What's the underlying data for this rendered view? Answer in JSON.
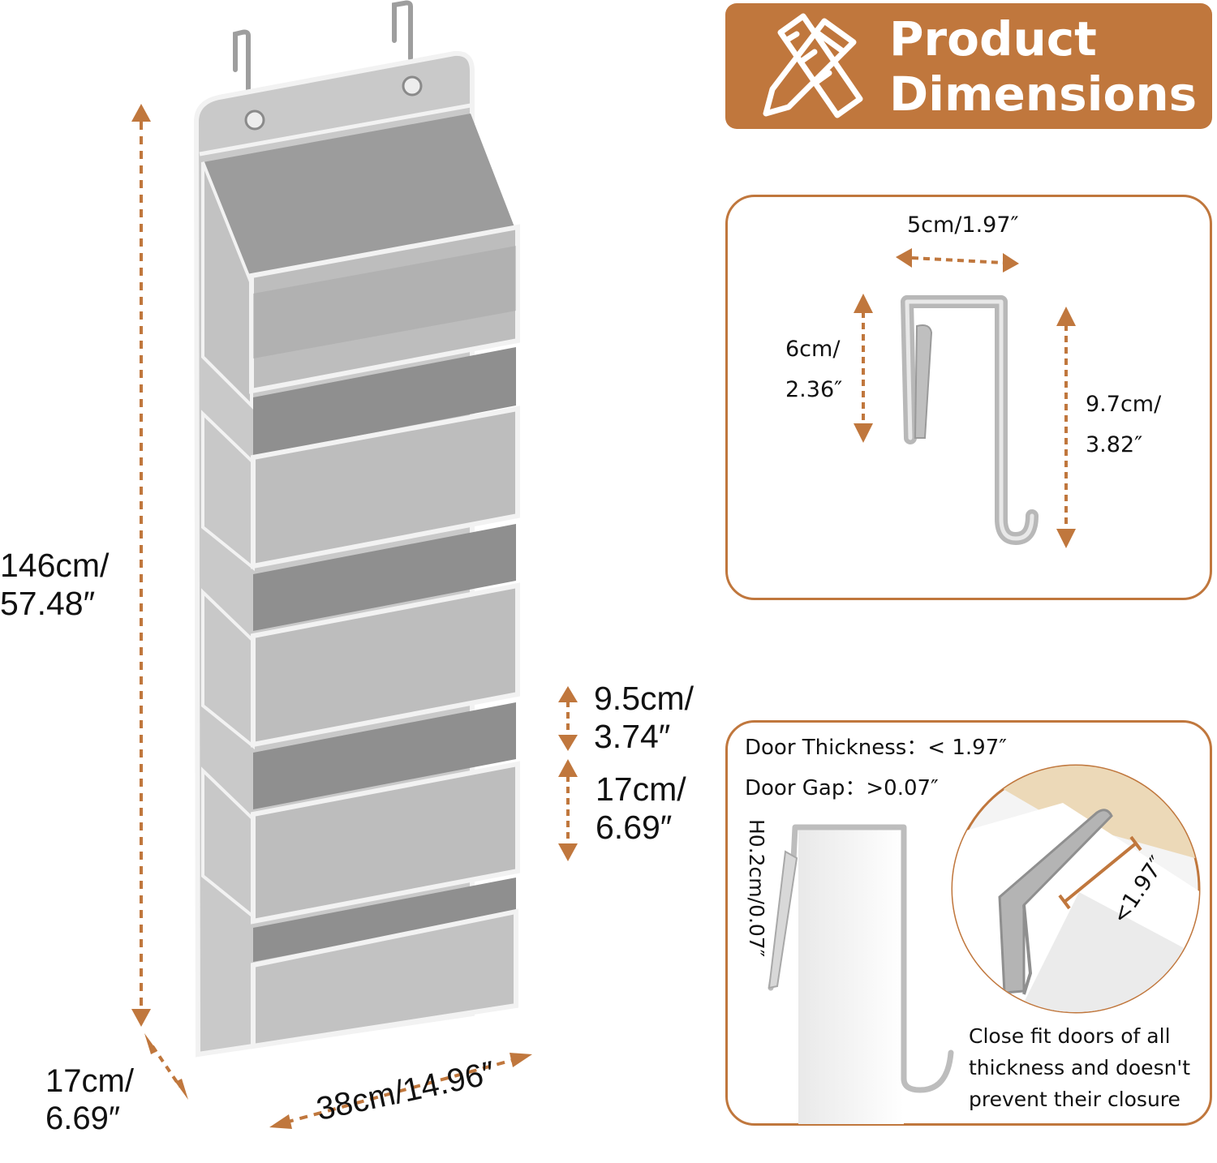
{
  "banner": {
    "title_line1": "Product",
    "title_line2": "Dimensions",
    "icon": "ruler-pencil-icon",
    "color": "#c0773d"
  },
  "organizer": {
    "height": {
      "line1": "146cm/",
      "line2": "57.48″"
    },
    "depth": {
      "line1": "17cm/",
      "line2": "6.69″"
    },
    "width": {
      "label": "38cm/14.96″"
    },
    "pocket_gap": {
      "line1": "9.5cm/",
      "line2": "3.74″"
    },
    "pocket_height": {
      "line1": "17cm/",
      "line2": "6.69″"
    }
  },
  "hook_panel": {
    "width": {
      "label": "5cm/1.97″"
    },
    "short_leg": {
      "line1": "6cm/",
      "line2": "2.36″"
    },
    "long_leg": {
      "line1": "9.7cm/",
      "line2": "3.82″"
    }
  },
  "door_panel": {
    "thickness": {
      "label": "Door Thickness：",
      "value": "< 1.97″"
    },
    "gap": {
      "label": "Door Gap：",
      "value": ">0.07″"
    },
    "hook_thickness": {
      "label": "H0.2cm/0.07″"
    },
    "fit_label": "<1.97″",
    "note": {
      "line1": "Close fit doors of all",
      "line2": "thickness and doesn't",
      "line3": "prevent their closure"
    }
  },
  "colors": {
    "accent": "#c0773d",
    "fabric": "#bdbdbd",
    "metal": "#c4c4c4"
  }
}
